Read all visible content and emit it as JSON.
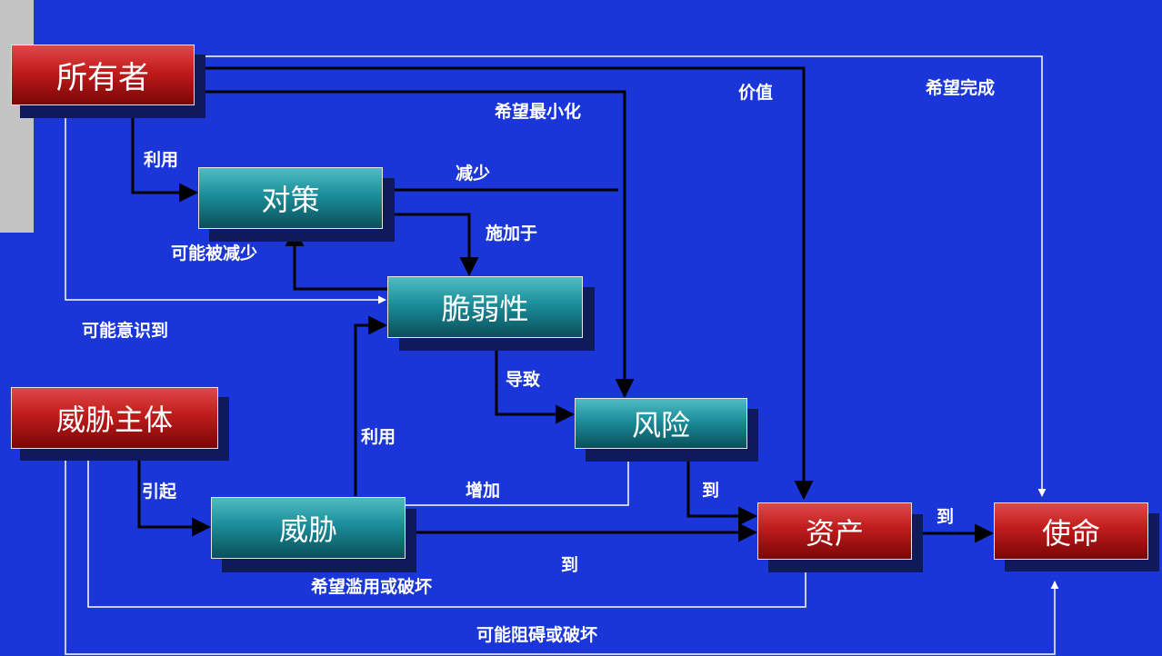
{
  "nodes": {
    "owner": "所有者",
    "countermeasure": "对策",
    "vulnerability": "脆弱性",
    "threat_agent": "威胁主体",
    "risk": "风险",
    "threat": "威胁",
    "asset": "资产",
    "mission": "使命"
  },
  "edge_labels": {
    "value": "价值",
    "wish_complete": "希望完成",
    "wish_minimize": "希望最小化",
    "use_countermeasure": "利用",
    "reduce": "减少",
    "apply_to": "施加于",
    "may_be_reduced": "可能被减少",
    "may_realize": "可能意识到",
    "leads_to": "导致",
    "exploit": "利用",
    "cause": "引起",
    "increase": "增加",
    "to_risk_asset": "到",
    "to_asset_mission": "到",
    "to_threat_asset": "到",
    "wish_abuse": "希望滥用或破坏",
    "may_hinder": "可能阻碍或破坏"
  },
  "colors": {
    "background": "#1a36d8",
    "owner_node": "#c01c1c",
    "component_node": "#1b8e9a",
    "black_arrow": "#000000",
    "white_arrow": "#ffffff"
  }
}
